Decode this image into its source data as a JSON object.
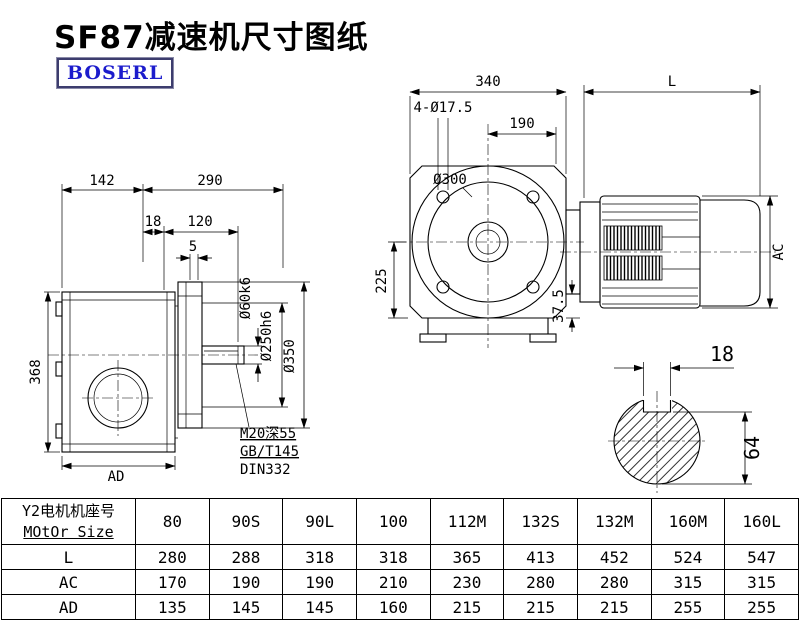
{
  "page": {
    "title": "SF87减速机尺寸图纸",
    "logo": "BOSERL",
    "brand_color": "#1c1ccc"
  },
  "left_view": {
    "dims": {
      "d142": "142",
      "d290": "290",
      "d18": "18",
      "d120": "120",
      "d5": "5",
      "d368": "368",
      "dAD": "AD",
      "dia60": "Ø60k6",
      "dia250": "Ø250h6",
      "dia350": "Ø350"
    },
    "notes": {
      "thread": "M20深55",
      "gb": "GB/T145",
      "din": "DIN332"
    }
  },
  "front_view": {
    "dims": {
      "d340": "340",
      "dL": "L",
      "holes": "4-Ø17.5",
      "d190": "190",
      "dia300": "Ø300",
      "d225": "225",
      "d37_5": "37.5",
      "dAC": "AC"
    }
  },
  "section_view": {
    "dims": {
      "d18": "18",
      "d64": "64"
    }
  },
  "table": {
    "header": {
      "line1": "Y2电机机座号",
      "line2": "MOtOr Size"
    },
    "sizes": [
      "80",
      "90S",
      "90L",
      "100",
      "112M",
      "132S",
      "132M",
      "160M",
      "160L"
    ],
    "rows": [
      {
        "label": "L",
        "values": [
          "280",
          "288",
          "318",
          "318",
          "365",
          "413",
          "452",
          "524",
          "547"
        ]
      },
      {
        "label": "AC",
        "values": [
          "170",
          "190",
          "190",
          "210",
          "230",
          "280",
          "280",
          "315",
          "315"
        ]
      },
      {
        "label": "AD",
        "values": [
          "135",
          "145",
          "145",
          "160",
          "215",
          "215",
          "215",
          "255",
          "255"
        ]
      }
    ]
  }
}
